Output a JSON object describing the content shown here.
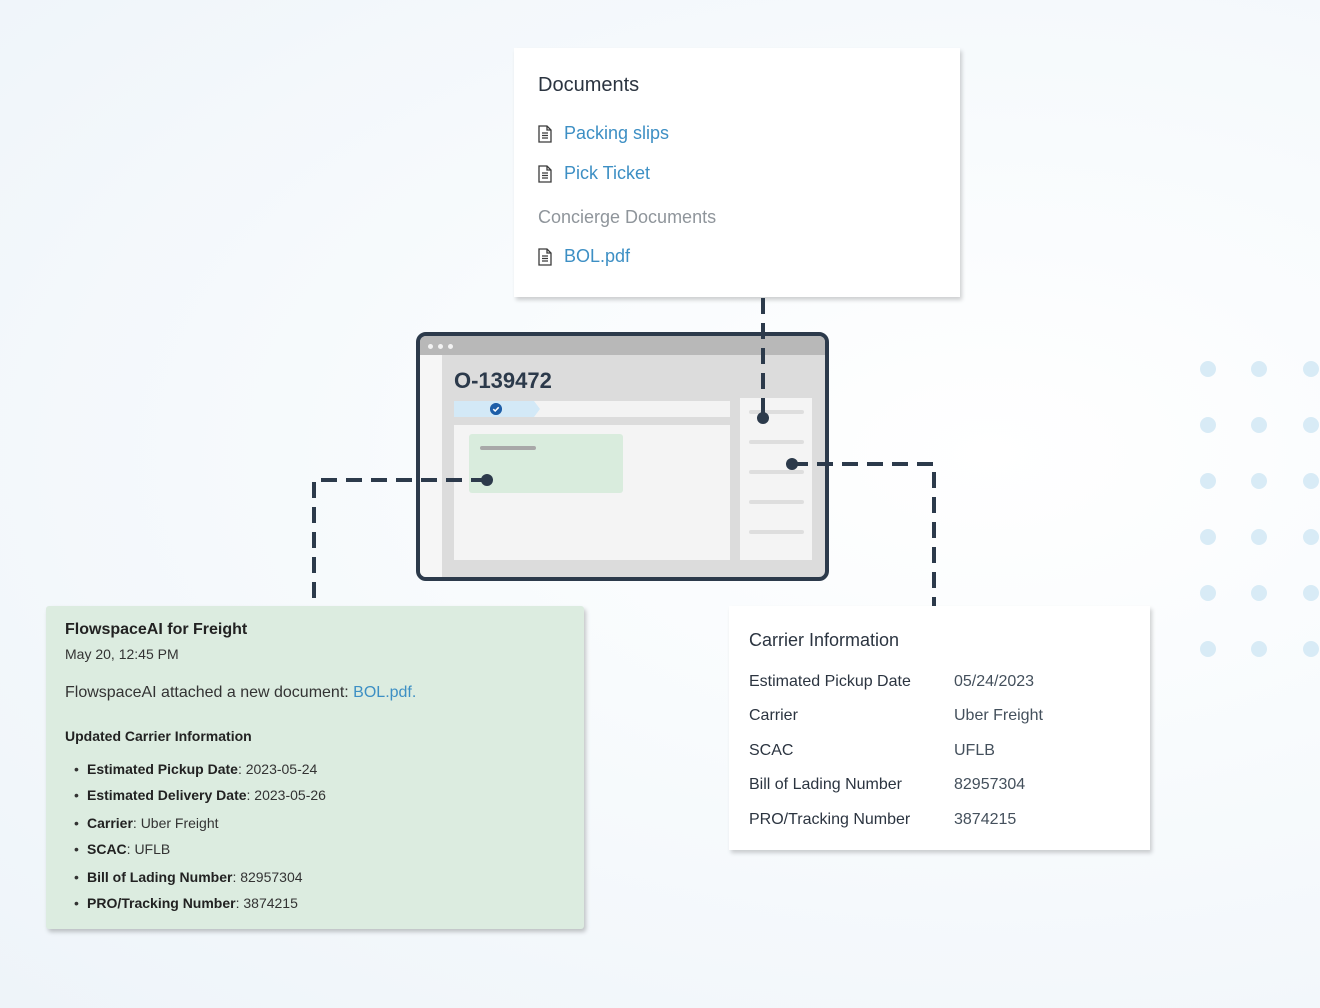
{
  "documents": {
    "title": "Documents",
    "items": [
      {
        "label": "Packing slips",
        "icon": "document-icon"
      },
      {
        "label": "Pick Ticket",
        "icon": "document-icon"
      }
    ],
    "section_label": "Concierge Documents",
    "concierge_items": [
      {
        "label": "BOL.pdf",
        "icon": "document-icon"
      }
    ]
  },
  "app_window": {
    "order_id": "O-139472",
    "progress_icon": "check-circle-icon"
  },
  "activity": {
    "title": "FlowspaceAI for Freight",
    "timestamp": "May 20, 12:45 PM",
    "message_prefix": "FlowspaceAI attached a new document: ",
    "message_link": "BOL.pdf.",
    "subheading": "Updated Carrier Information",
    "items": [
      {
        "key": "Estimated Pickup Date",
        "value": ": 2023-05-24"
      },
      {
        "key": "Estimated Delivery Date",
        "value": ": 2023-05-26"
      },
      {
        "key": "Carrier",
        "value": ": Uber Freight"
      },
      {
        "key": "SCAC",
        "value": ": UFLB"
      },
      {
        "key": "Bill of Lading Number",
        "value": ": 82957304"
      },
      {
        "key": "PRO/Tracking Number",
        "value": ": 3874215"
      }
    ]
  },
  "carrier": {
    "title": "Carrier Information",
    "rows": [
      {
        "label": "Estimated Pickup Date",
        "value": "05/24/2023"
      },
      {
        "label": "Carrier",
        "value": "Uber Freight"
      },
      {
        "label": "SCAC",
        "value": "UFLB"
      },
      {
        "label": "Bill of Lading Number",
        "value": "82957304"
      },
      {
        "label": "PRO/Tracking Number",
        "value": "3874215"
      }
    ]
  },
  "colors": {
    "link": "#3d8fc4",
    "connector": "#2c3a4b",
    "activity_bg": "#dcece0",
    "dot_grid": "#d8ebf6"
  }
}
